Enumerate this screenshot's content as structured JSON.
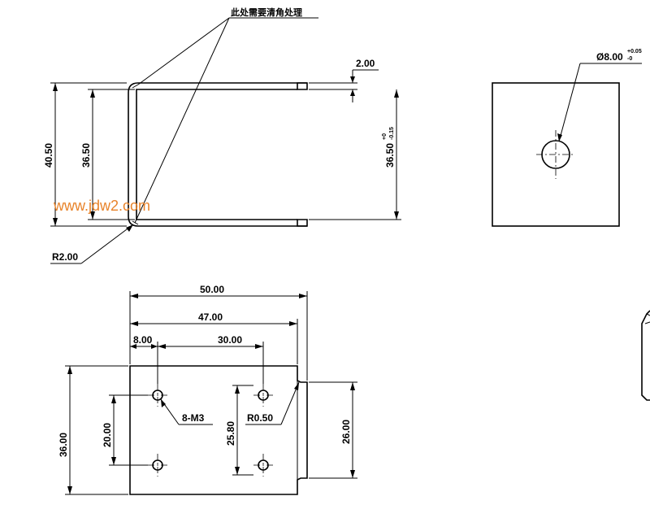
{
  "notes": {
    "clear_corner": "此处需要清角处理"
  },
  "watermark": "www.jdw2.com",
  "colors": {
    "line": "#000000",
    "watermark": "#e8832a",
    "background": "#ffffff"
  },
  "front_view": {
    "dim_overall_height": "40.50",
    "dim_inner_height": "36.50",
    "dim_thickness": "2.00",
    "dim_opening_base": "36.50",
    "dim_opening_tol_upper": "+0",
    "dim_opening_tol_lower": "-0.15",
    "radius_label": "R2.00"
  },
  "side_view": {
    "hole_dia_base": "Ø8.00",
    "hole_tol_upper": "+0.05",
    "hole_tol_lower": "-0"
  },
  "plan_view": {
    "dim_length_50": "50.00",
    "dim_length_47": "47.00",
    "dim_offset_8": "8.00",
    "dim_pitch_30": "30.00",
    "dim_height_36": "36.00",
    "dim_hole_spacing_20": "20.00",
    "dim_hole_spacing_25": "25.80",
    "dim_height_26": "26.00",
    "thread_label": "8-M3",
    "radius_label": "R0.50"
  }
}
